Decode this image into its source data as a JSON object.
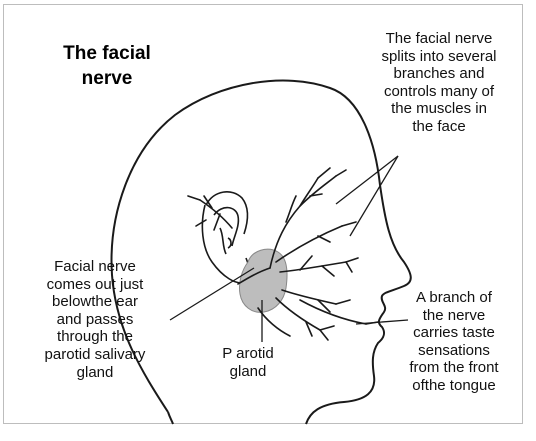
{
  "title": "The facial\nnerve",
  "labels": {
    "branches": "The facial nerve\nsplits into several\nbranches and\ncontrols many of\nthe muscles in\nthe face",
    "exit": "Facial nerve\ncomes out just\nbelowthe ear\nand passes\nthrough the\nparotid salivary\ngland",
    "parotid": "P arotid\ngland",
    "taste": "A branch of\nthe nerve\ncarries taste\nsensations\nfrom the front\nofthe tongue"
  },
  "colors": {
    "outline": "#1a1a1a",
    "gland_fill": "#bdbdbd",
    "frame_border": "#bdbdbd"
  }
}
